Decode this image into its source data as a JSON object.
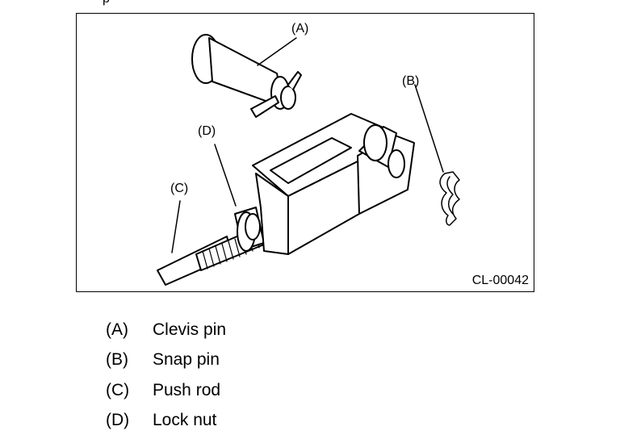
{
  "top_cut_glyph": "p",
  "figure": {
    "callouts": {
      "a": "(A)",
      "b": "(B)",
      "c": "(C)",
      "d": "(D)"
    },
    "code": "CL-00042"
  },
  "legend": [
    {
      "key": "(A)",
      "name": "Clevis pin"
    },
    {
      "key": "(B)",
      "name": "Snap pin"
    },
    {
      "key": "(C)",
      "name": "Push rod"
    },
    {
      "key": "(D)",
      "name": "Lock nut"
    }
  ]
}
